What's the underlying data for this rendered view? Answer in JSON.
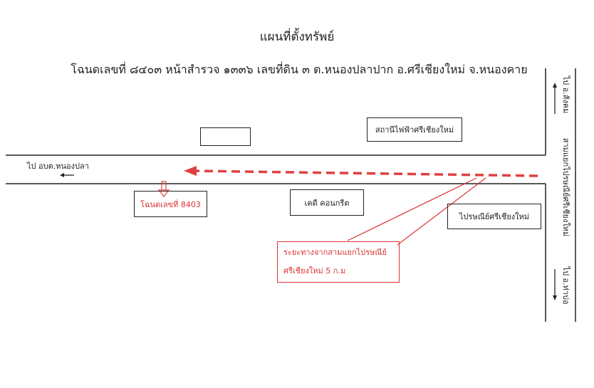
{
  "header": {
    "title": "แผนที่ตั้งทรัพย์",
    "subtitle": "โฉนดเลขที่ ๘๔๐๓ หน้าสำรวจ ๑๓๓๖ เลขที่ดิน ๓ ต.หนองปลาปาก อ.ศรีเชียงใหม่ จ.หนองคาย"
  },
  "map": {
    "landmarks": {
      "power_station": "สถานีไฟฟ้าศรีเชียงใหม่",
      "deed": "โฉนดเลขที่ 8403",
      "kd_concrete": "เคดี คอนกรีต",
      "post_office": "ไปรษณีย์ศรีเชียงใหม่"
    },
    "road_labels": {
      "to_nongpla": "ไป อบต.หนองปลา",
      "to_sangkhom": "ไป อ.สังคม",
      "junction": "สามแยกไปรษณีย์ศรีเชียงใหม่",
      "to_thabo": "ไป อ.ท่าบ่อ"
    },
    "distance_note": {
      "line1": "ระยะทางจากสามแยกไปรษณีย์",
      "line2": "ศรีเชียงใหม่ 5 ก.ม"
    },
    "colors": {
      "route": "#e04040",
      "road": "#222222"
    }
  }
}
